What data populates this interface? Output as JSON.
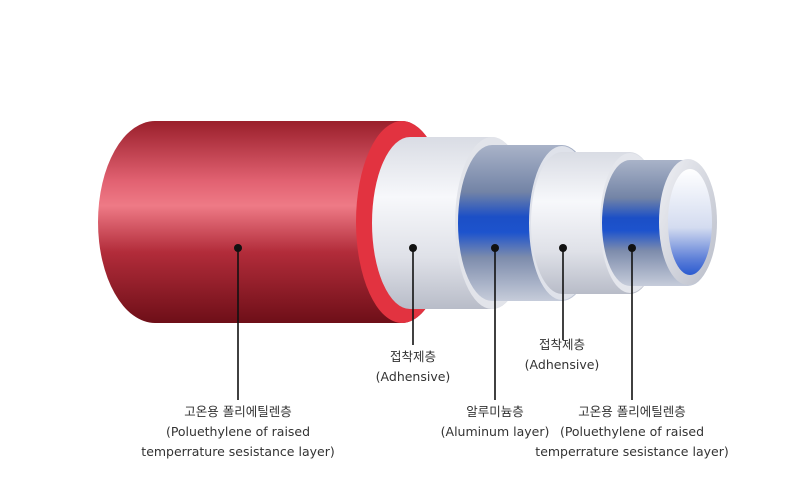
{
  "colors": {
    "outer_red": "#b32b3b",
    "red_rim": "#e23340",
    "adhesive": "#e6e7ec",
    "aluminum_blue": "#1f55c8",
    "aluminum_grey": "#6e7f9c",
    "leader_line": "#111111",
    "text": "#333333"
  },
  "layers": [
    {
      "id": "outer-pe",
      "lines": [
        "고온용 폴리에틸렌층",
        "(Poluethylene of raised",
        "temperrature sesistance layer)"
      ]
    },
    {
      "id": "adhesive-1",
      "lines": [
        "접착제층",
        "(Adhensive)"
      ]
    },
    {
      "id": "aluminum",
      "lines": [
        "알루미늄층",
        "(Aluminum layer)"
      ]
    },
    {
      "id": "adhesive-2",
      "lines": [
        "접착제층",
        "(Adhensive)"
      ]
    },
    {
      "id": "inner-pe",
      "lines": [
        "고온용 폴리에틸렌층",
        "(Poluethylene of raised",
        "temperrature sesistance layer)"
      ]
    }
  ]
}
